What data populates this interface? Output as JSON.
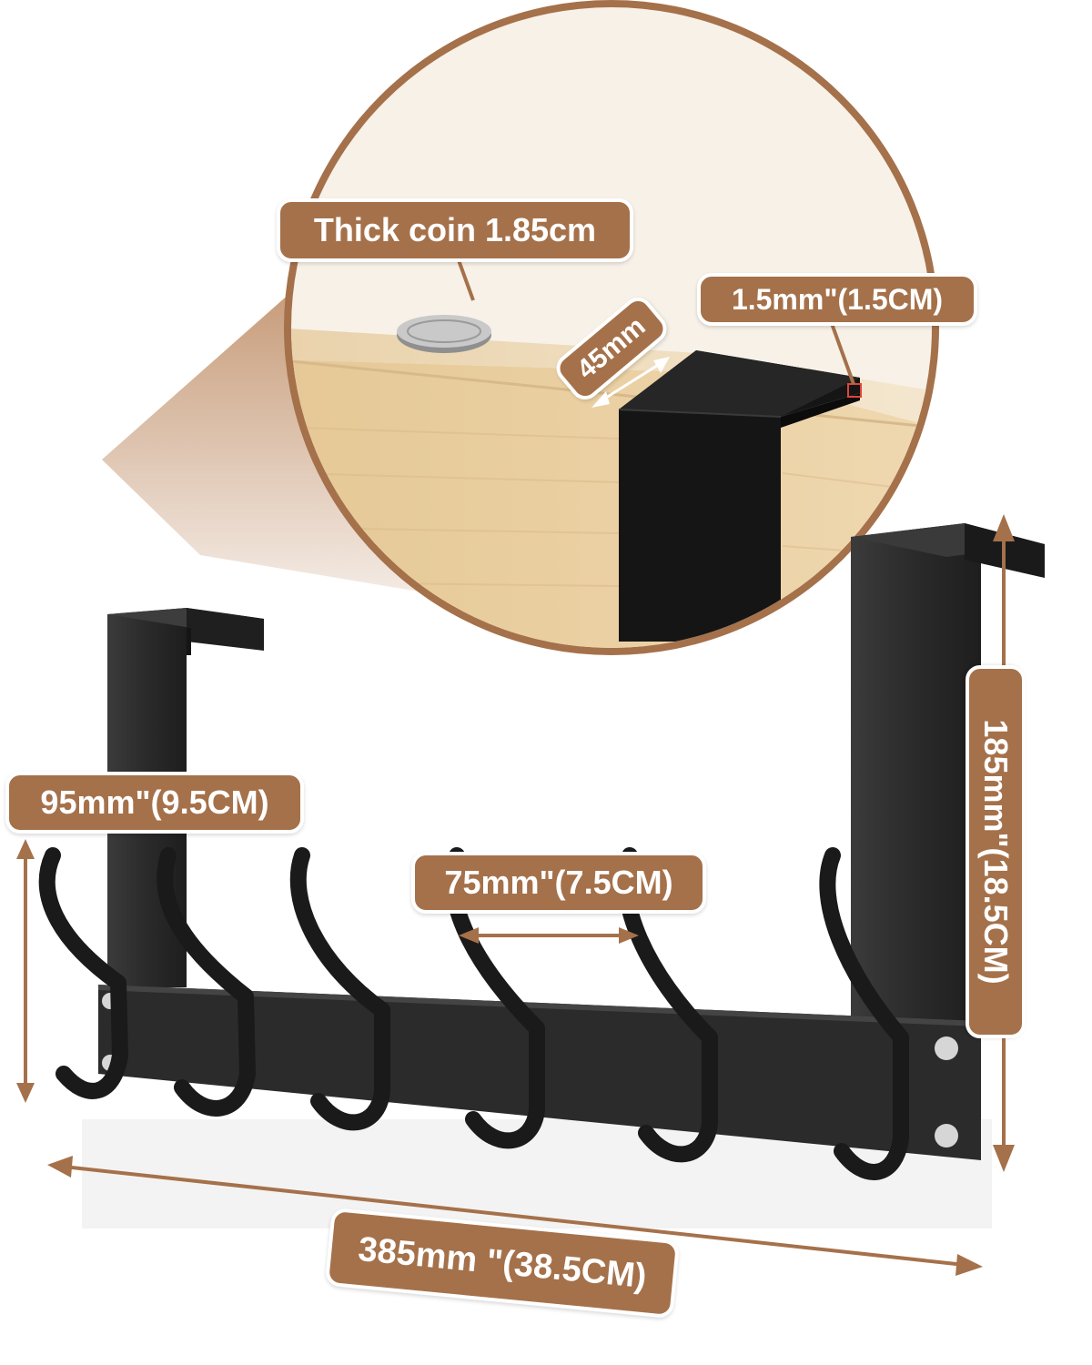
{
  "labels": {
    "coin": "Thick coin 1.85cm",
    "thickness": "1.5mmʺ(1.5CM)",
    "width_small": "45mm",
    "hook_height": "95mmʺ(9.5CM)",
    "hook_spacing": "75mmʺ(7.5CM)",
    "height": "185mmʺ(18.5CM)",
    "length": "385mm ʺ(38.5CM)"
  },
  "colors": {
    "accent": "#a5714a",
    "metal": "#2b2b2b",
    "wood": "#e6cda3"
  }
}
